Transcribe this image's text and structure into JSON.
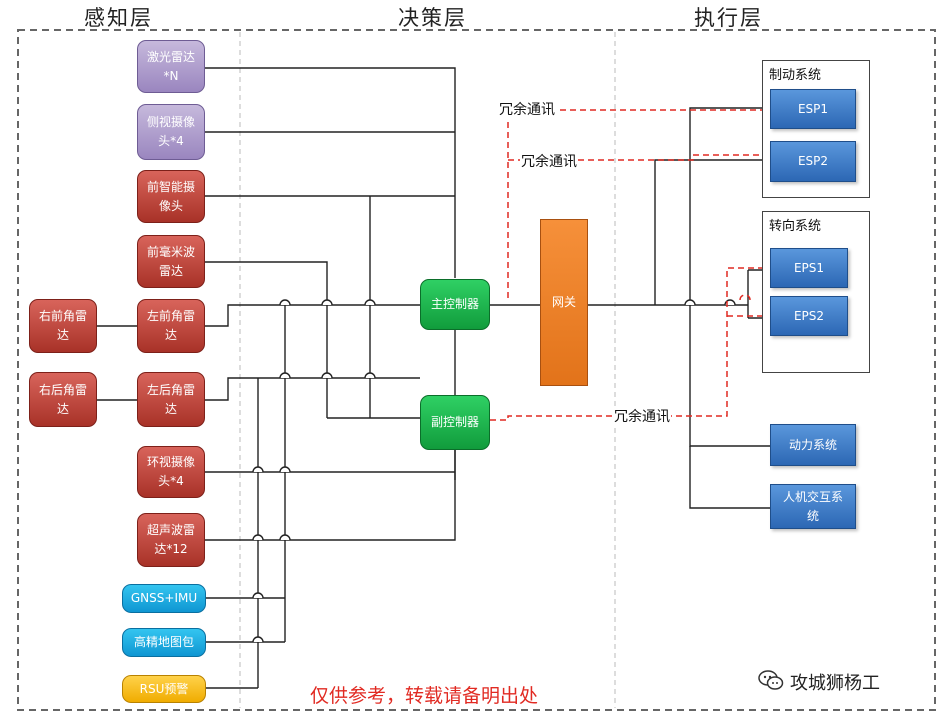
{
  "layers": {
    "perception": "感知层",
    "decision": "决策层",
    "execution": "执行层"
  },
  "sensors": {
    "lidar": [
      "激光雷达",
      "*N"
    ],
    "side_camera": [
      "侧视摄像",
      "头*4"
    ],
    "front_smart_camera": [
      "前智能摄",
      "像头"
    ],
    "front_mmwave_radar": [
      "前毫米波",
      "雷达"
    ],
    "right_front_corner_radar": [
      "右前角雷",
      "达"
    ],
    "left_front_corner_radar": [
      "左前角雷",
      "达"
    ],
    "right_rear_corner_radar": [
      "右后角雷",
      "达"
    ],
    "left_rear_corner_radar": [
      "左后角雷",
      "达"
    ],
    "surround_camera": [
      "环视摄像",
      "头*4"
    ],
    "ultrasonic_radar": [
      "超声波雷",
      "达*12"
    ],
    "gnss_imu": "GNSS+IMU",
    "hd_map": "高精地图包",
    "rsu_warning": "RSU预警"
  },
  "controllers": {
    "main": "主控制器",
    "backup": "副控制器",
    "gateway": "网关"
  },
  "execution": {
    "brake_system": "制动系统",
    "esp1": "ESP1",
    "esp2": "ESP2",
    "steering_system": "转向系统",
    "eps1": "EPS1",
    "eps2": "EPS2",
    "power_system": "动力系统",
    "hmi_system": [
      "人机交互系",
      "统"
    ]
  },
  "redundant_comm": {
    "label_1": "冗余通讯",
    "label_2": "冗余通讯",
    "label_3": "冗余通讯"
  },
  "footer": {
    "watermark": "仅供参考，转载请备明出处",
    "brand": "攻城狮杨工"
  },
  "colors": {
    "sensor_purple": "#9a86bf",
    "sensor_red": "#a83228",
    "sensor_cyan": "#0f96d2",
    "sensor_yellow": "#f0ac00",
    "controller_green": "#119c3c",
    "gateway_orange": "#e2731a",
    "actuator_blue": "#2c67b4",
    "redundant_line": "#e12a22",
    "watermark_text": "#e12a22"
  }
}
